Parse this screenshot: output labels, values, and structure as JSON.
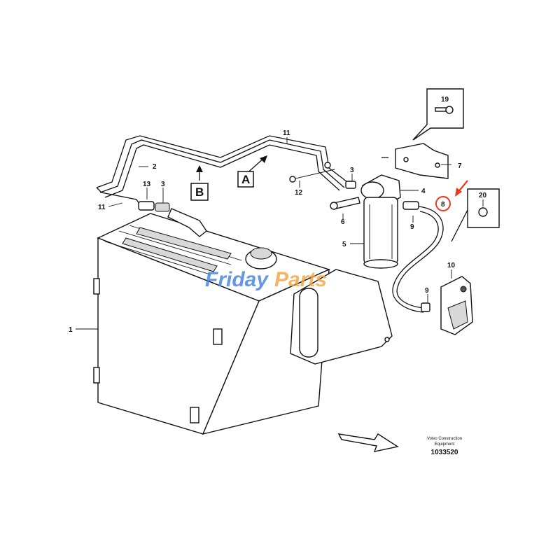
{
  "part_labels": {
    "p1": "1",
    "p2": "2",
    "p3a": "3",
    "p3b": "3",
    "p4": "4",
    "p5": "5",
    "p6": "6",
    "p7": "7",
    "p8": "8",
    "p9a": "9",
    "p9b": "9",
    "p10": "10",
    "p11a": "11",
    "p11b": "11",
    "p12": "12",
    "p13": "13",
    "p19": "19",
    "p20": "20"
  },
  "view_markers": {
    "a": "A",
    "b": "B"
  },
  "highlight": {
    "part": "8",
    "color": "#e8391f"
  },
  "watermark": {
    "text_1": "Friday",
    "text_2": "Parts",
    "color_1": "#3f7ee0",
    "color_2": "#f2a23a"
  },
  "credit": {
    "line_1": "Volvo Construction",
    "line_2": "Equipment",
    "doc_number": "1033520"
  }
}
